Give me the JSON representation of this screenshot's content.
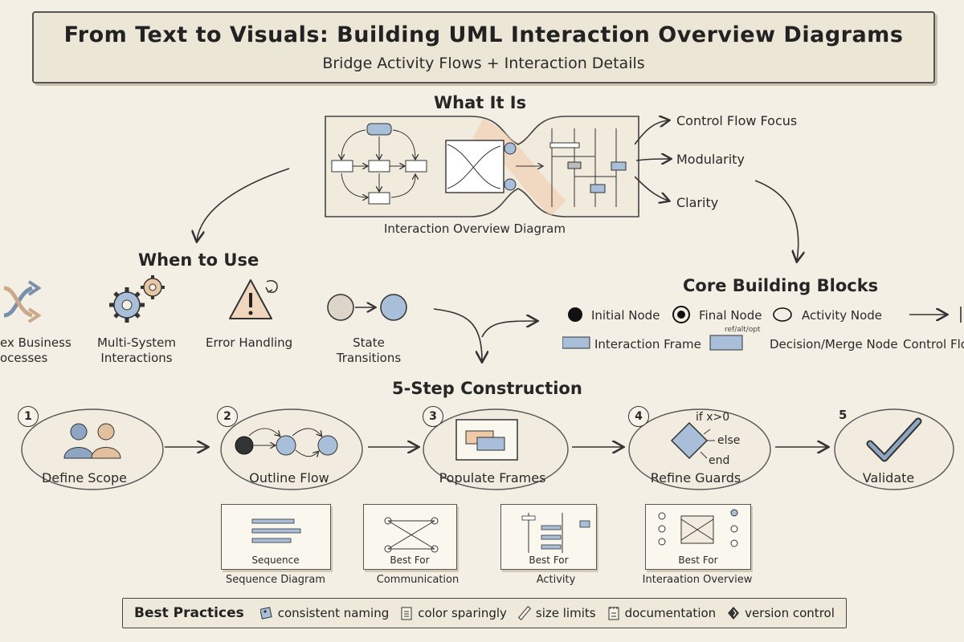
{
  "header": {
    "title": "From Text to Visuals: Building UML Interaction Overview Diagrams",
    "subtitle": "Bridge Activity Flows + Interaction Details"
  },
  "what_it_is": {
    "heading": "What It Is",
    "caption": "Interaction Overview Diagram",
    "benefits": [
      "Control Flow Focus",
      "Modularity",
      "Clarity"
    ]
  },
  "when_to_use": {
    "heading": "When to Use",
    "items": [
      {
        "line1": "ex Business",
        "line2": "ocesses",
        "icon": "arrows-icon"
      },
      {
        "line1": "Multi-System",
        "line2": "Interactions",
        "icon": "gears-icon"
      },
      {
        "line1": "Error Handling",
        "line2": "",
        "icon": "warning-icon"
      },
      {
        "line1": "State",
        "line2": "Transitions",
        "icon": "state-transition-icon"
      }
    ]
  },
  "core_blocks": {
    "heading": "Core Building Blocks",
    "row1": [
      "Initial Node",
      "Final Node",
      "Activity Node"
    ],
    "row2": [
      "Interaction Frame",
      "Decision/Merge Node",
      "Control Flo"
    ],
    "frame_tag": "ref/alt/opt"
  },
  "construction": {
    "heading": "5-Step Construction",
    "steps": [
      {
        "num": "1",
        "label": "Define Scope",
        "icon": "people-icon"
      },
      {
        "num": "2",
        "label": "Outline Flow",
        "icon": "flow-nodes-icon"
      },
      {
        "num": "3",
        "label": "Populate Frames",
        "icon": "frames-icon"
      },
      {
        "num": "4",
        "label": "Refine Guards",
        "icon": "decision-icon",
        "guards": [
          "if x>0",
          "else",
          "end"
        ]
      },
      {
        "num": "5",
        "label": "Validate",
        "icon": "checkmark-icon"
      }
    ]
  },
  "diagram_cards": [
    {
      "inner": "Sequence",
      "caption": "Sequence Diagram"
    },
    {
      "inner": "Best For",
      "caption": "Communication"
    },
    {
      "inner": "Best For",
      "caption": "Activity"
    },
    {
      "inner": "Best For",
      "caption": "Interaation Overview"
    }
  ],
  "best_practices": {
    "title": "Best Practices",
    "items": [
      {
        "label": "consistent naming",
        "icon": "tag-icon"
      },
      {
        "label": "color sparingly",
        "icon": "clipboard-icon"
      },
      {
        "label": "size limits",
        "icon": "ruler-icon"
      },
      {
        "label": "documentation",
        "icon": "document-icon"
      },
      {
        "label": "version control",
        "icon": "diamond-icon"
      }
    ]
  },
  "colors": {
    "background": "#f3efe4",
    "accent_blue": "#a9bfd9",
    "accent_peach": "#f0c9a8",
    "ink": "#2a2a2a"
  }
}
